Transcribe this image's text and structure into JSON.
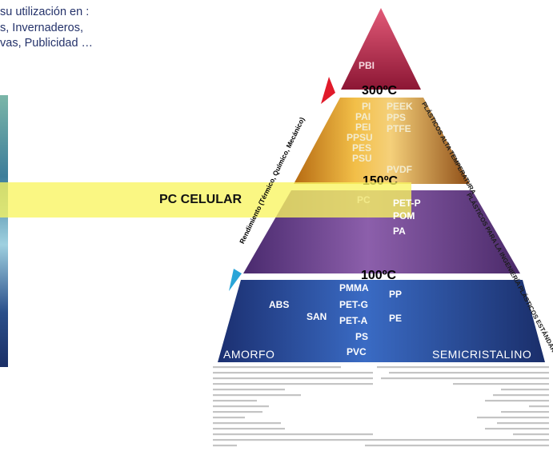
{
  "intro": {
    "lines": [
      "su utilización en :",
      "s, Invernaderos,",
      "vas, Publicidad …"
    ]
  },
  "highlight": {
    "label": "PC CELULAR"
  },
  "temperatures": [
    "300ºC",
    "150ºC",
    "100ºC"
  ],
  "axis_label": "Rendimiento (Térmico, Químico, Mecánico)",
  "tiers": {
    "top": {
      "materials": [
        "PBI"
      ]
    },
    "high_temp": {
      "name": "PLÁSTICOS ALTA TEMPERATURA",
      "amorphous": [
        "PI",
        "PAI",
        "PEI",
        "PPSU",
        "PES",
        "PSU"
      ],
      "semicrystalline": [
        "PEEK",
        "PPS",
        "PTFE",
        "PVDF"
      ]
    },
    "engineering": {
      "name": "PLÁSTICOS PARA LA INGENIERÍA",
      "amorphous": [
        "PC"
      ],
      "semicrystalline": [
        "PET-P",
        "POM",
        "PA"
      ]
    },
    "standard": {
      "name": "PLÁSTICOS ESTÁNDAR",
      "left": [
        "ABS",
        "SAN"
      ],
      "center": [
        "PMMA",
        "PET-G",
        "PET-A",
        "PS",
        "PVC"
      ],
      "semicrystalline": [
        "PP",
        "PE"
      ]
    }
  },
  "footer": {
    "left": "AMORFO",
    "right": "SEMICRISTALINO"
  },
  "colors": {
    "pbi": "#9a1e3c",
    "high_temp": "#c98a1c",
    "engineering": "#6a3a86",
    "standard": "#23468f",
    "band": "#f8f560",
    "arrow_up": "#e01a2a",
    "arrow_down": "#2aa5d8"
  }
}
